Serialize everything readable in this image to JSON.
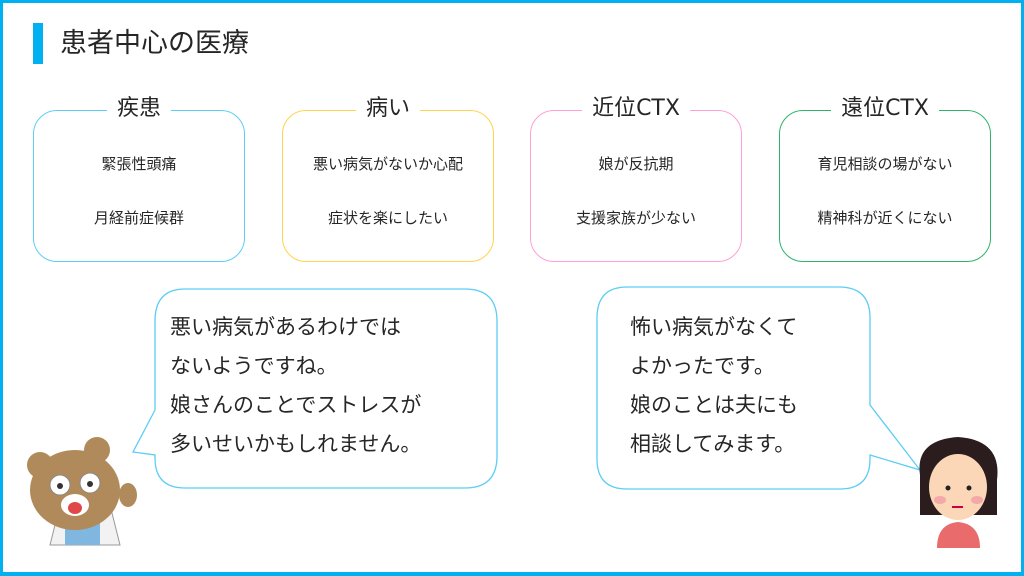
{
  "title": "患者中心の医療",
  "cards": [
    {
      "heading": "疾患",
      "items": [
        "緊張性頭痛",
        "月経前症候群"
      ],
      "color": "#5ccdf5"
    },
    {
      "heading": "病い",
      "items": [
        "悪い病気がないか心配",
        "症状を楽にしたい"
      ],
      "color": "#ffd34d"
    },
    {
      "heading": "近位CTX",
      "items": [
        "娘が反抗期",
        "支援家族が少ない"
      ],
      "color": "#ff9fd6"
    },
    {
      "heading": "遠位CTX",
      "items": [
        "育児相談の場がない",
        "精神科が近くにない"
      ],
      "color": "#2fb36a"
    }
  ],
  "doctor_bubble": [
    "悪い病気があるわけでは",
    "ないようですね。",
    "娘さんのことでストレスが",
    "多いせいかもしれません。"
  ],
  "patient_bubble": [
    "怖い病気がなくて",
    "よかったです。",
    "娘のことは夫にも",
    "相談してみます。"
  ]
}
